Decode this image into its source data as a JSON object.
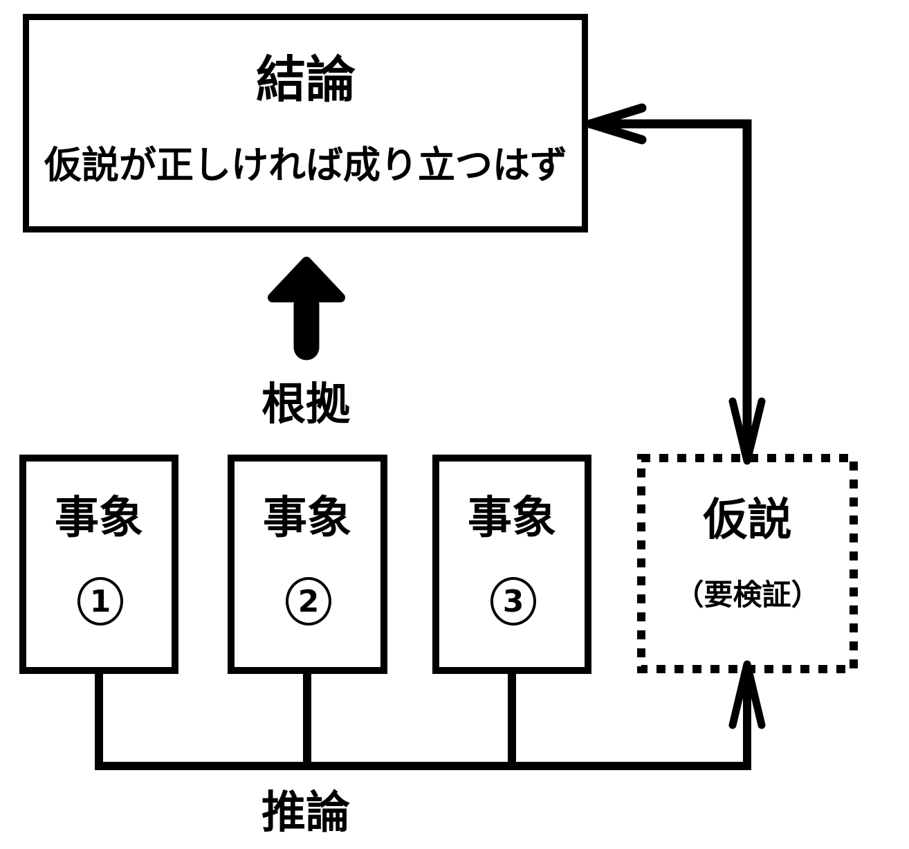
{
  "diagram": {
    "conclusion": {
      "title": "結論",
      "subtitle": "仮説が正しければ成り立つはず"
    },
    "grounds_label": "根拠",
    "events": [
      {
        "label": "事象",
        "number": "1"
      },
      {
        "label": "事象",
        "number": "2"
      },
      {
        "label": "事象",
        "number": "3"
      }
    ],
    "hypothesis": {
      "title": "仮説",
      "note": "（要検証）"
    },
    "inference_label": "推論",
    "colors": {
      "ink": "#000000",
      "background": "#ffffff"
    }
  }
}
